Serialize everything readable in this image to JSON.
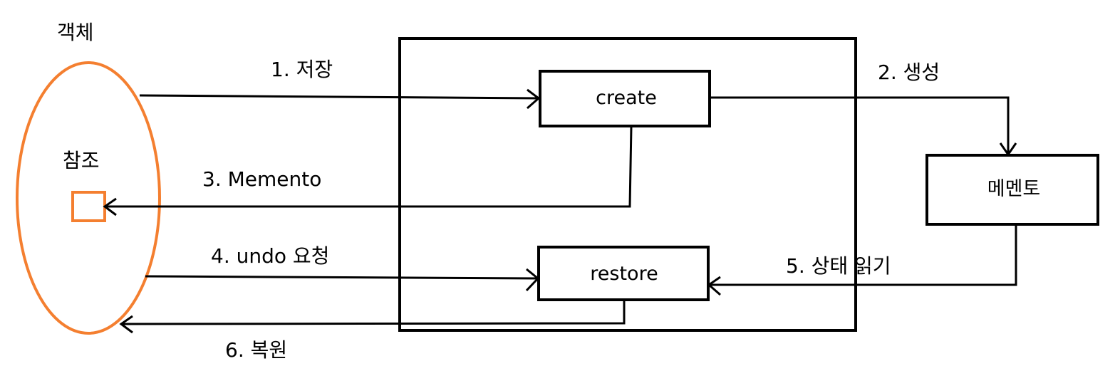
{
  "colors": {
    "object_outline": "#f47f30",
    "line": "#000000",
    "background": "#ffffff"
  },
  "labels": {
    "object_title": "객체",
    "reference": "참조",
    "step1": "1. 저장",
    "step2": "2. 생성",
    "step3": "3. Memento",
    "step4": "4. undo 요청",
    "step5": "5. 상태 읽기",
    "step6": "6. 복원"
  },
  "boxes": {
    "create": "create",
    "restore": "restore",
    "memento": "메멘토"
  }
}
